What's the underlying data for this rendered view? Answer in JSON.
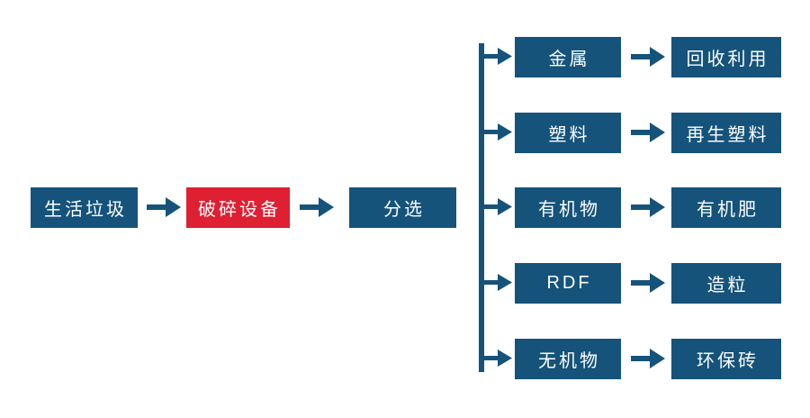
{
  "colors": {
    "blue": "#15537B",
    "red": "#DE2032",
    "text": "#FFFFFF",
    "background": "#FFFFFF"
  },
  "main_flow": [
    {
      "label": "生活垃圾",
      "variant": "blue"
    },
    {
      "label": "破碎设备",
      "variant": "red"
    },
    {
      "label": "分选",
      "variant": "blue"
    }
  ],
  "branches": [
    {
      "material": "金属",
      "output": "回收利用"
    },
    {
      "material": "塑料",
      "output": "再生塑料"
    },
    {
      "material": "有机物",
      "output": "有机肥"
    },
    {
      "material": "RDF",
      "output": "造粒"
    },
    {
      "material": "无机物",
      "output": "环保砖"
    }
  ]
}
